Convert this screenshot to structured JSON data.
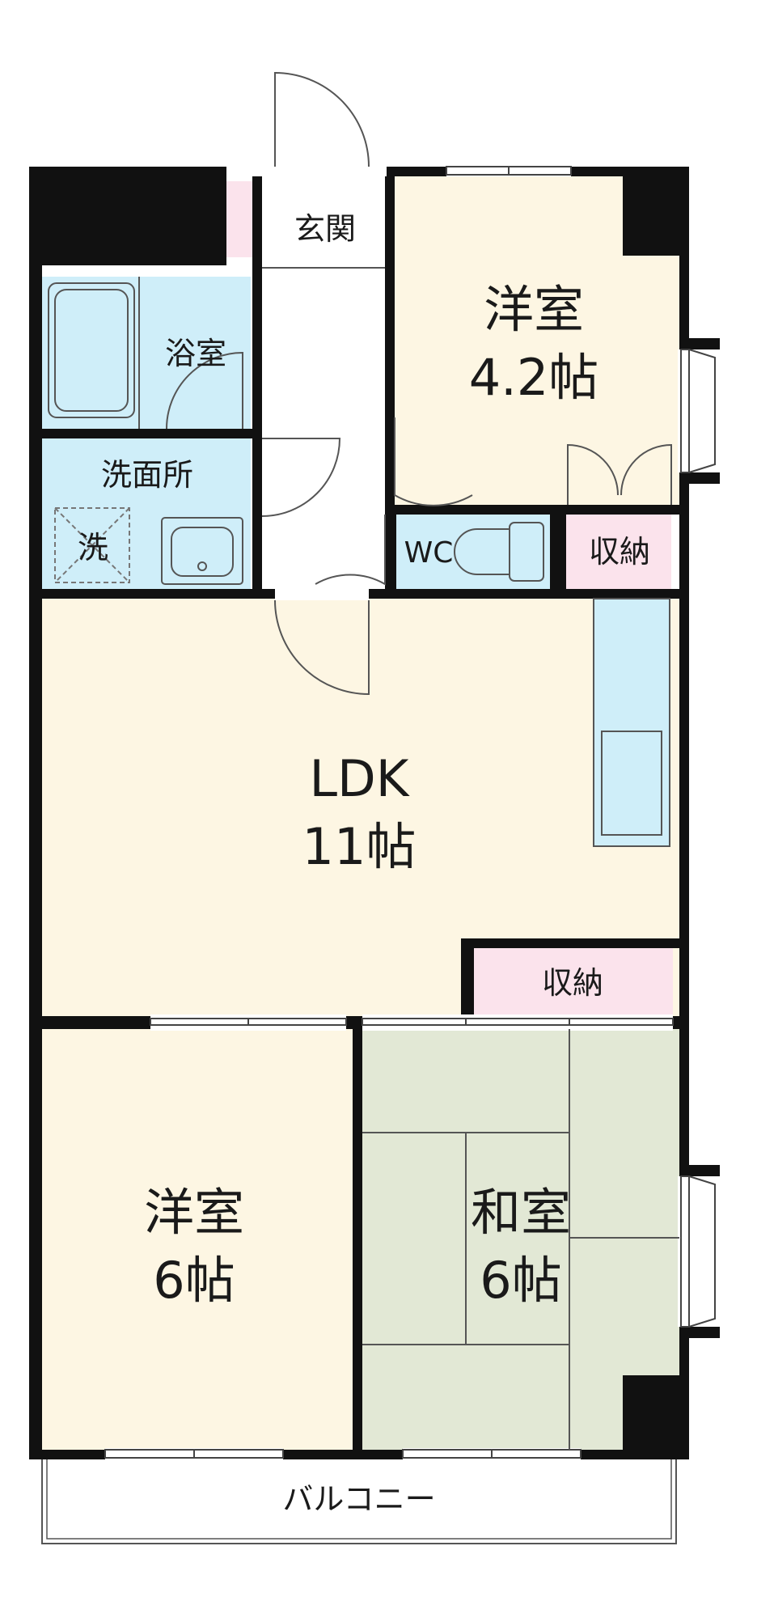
{
  "rooms": {
    "entrance": "玄関",
    "bath": "浴室",
    "washroom": "洗面所",
    "washer": "洗",
    "western_room_north": {
      "name": "洋室",
      "size": "4.2帖"
    },
    "wc": "WC",
    "storage_north": "収納",
    "ldk": {
      "name": "LDK",
      "size": "11帖"
    },
    "storage_middle": "収納",
    "western_room_south": {
      "name": "洋室",
      "size": "6帖"
    },
    "japanese_room": {
      "name": "和室",
      "size": "6帖"
    },
    "balcony": "バルコニー"
  },
  "colors": {
    "wall": "#111111",
    "western_floor": "#fdf6e3",
    "wet_area": "#cfeef9",
    "storage": "#fbe3ec",
    "tatami": "#e2e8d5",
    "entrance_floor": "#ffffff"
  }
}
